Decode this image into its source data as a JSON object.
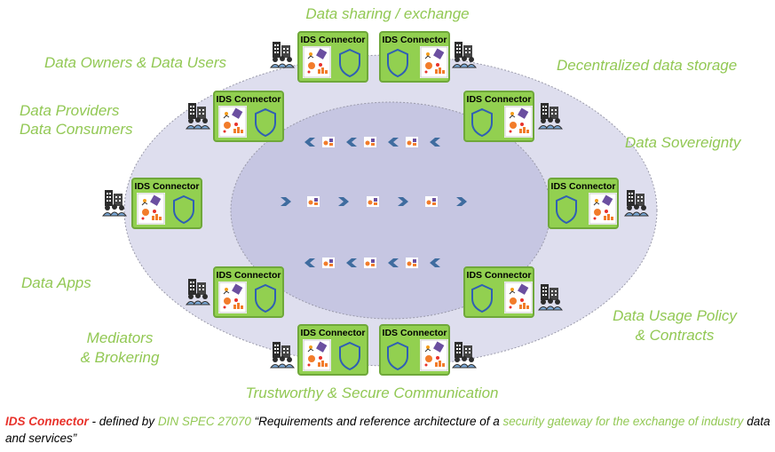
{
  "labels": {
    "top": "Data sharing / exchange",
    "owners": "Data Owners & Data Users",
    "providers_1": "Data Providers",
    "providers_2": "Data Consumers",
    "decentral": "Decentralized data storage",
    "sovereignty": "Data Sovereignty",
    "apps": "Data Apps",
    "mediators_1": "Mediators",
    "mediators_2": "& Brokering",
    "usage_1": "Data Usage Policy",
    "usage_2": "& Contracts",
    "bottom": "Trustworthy & Secure Communication"
  },
  "connector_title": "IDS Connector",
  "footer": {
    "term": "IDS Connector",
    "part1": " - defined by ",
    "spec": "DIN SPEC 27070",
    "part2": " “Requirements and reference architecture of a ",
    "gateway": "security gateway for the exchange of industry",
    "part3": " data and services”"
  },
  "colors": {
    "accent_green": "#92c854",
    "connector_fill": "#92d050",
    "outer_ellipse": "#dcdcec",
    "inner_ellipse": "#c4c4e0",
    "arrow": "#3f6c9f",
    "footer_red": "#e8322b"
  },
  "icons": [
    "building-users-icon",
    "shield-icon",
    "data-chart-icon",
    "chevron-right-icon",
    "chevron-left-icon"
  ]
}
